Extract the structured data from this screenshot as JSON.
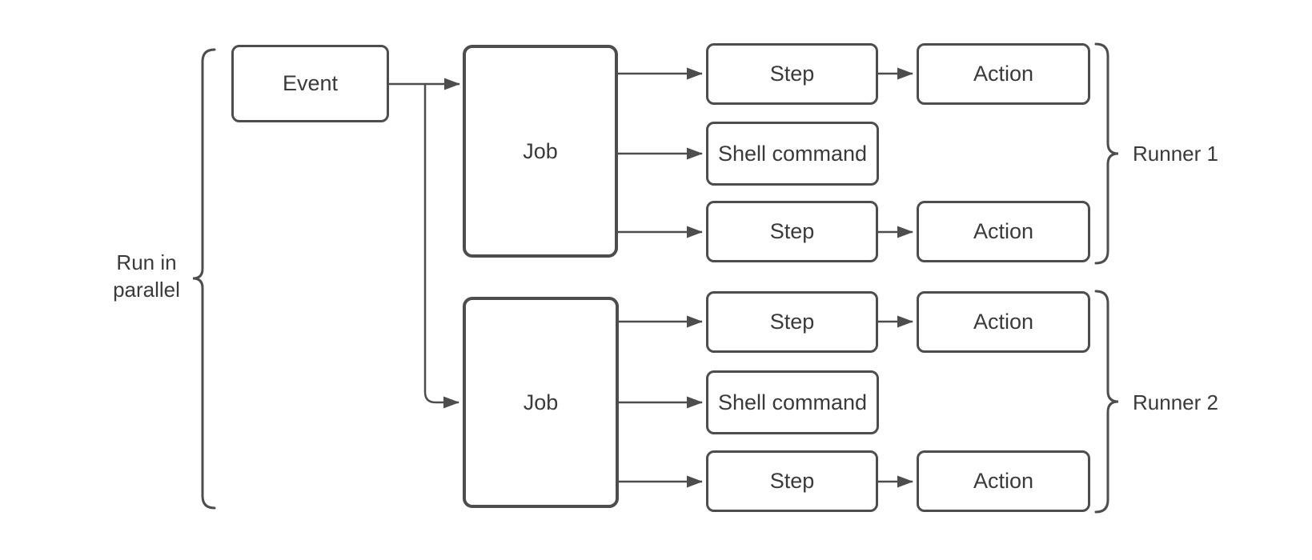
{
  "canvas": {
    "background": "#ffffff",
    "stroke_color": "#4d4d4d",
    "text_color": "#3a3a3a"
  },
  "annotations": {
    "parallel_label": "Run in parallel",
    "runner1_label": "Runner 1",
    "runner2_label": "Runner 2"
  },
  "nodes": {
    "event": {
      "label": "Event"
    },
    "job1": {
      "label": "Job"
    },
    "job2": {
      "label": "Job"
    },
    "job1_step1": {
      "label": "Step"
    },
    "job1_shell": {
      "label": "Shell command"
    },
    "job1_step2": {
      "label": "Step"
    },
    "job1_action1": {
      "label": "Action"
    },
    "job1_action2": {
      "label": "Action"
    },
    "job2_step1": {
      "label": "Step"
    },
    "job2_shell": {
      "label": "Shell command"
    },
    "job2_step2": {
      "label": "Step"
    },
    "job2_action1": {
      "label": "Action"
    },
    "job2_action2": {
      "label": "Action"
    }
  }
}
